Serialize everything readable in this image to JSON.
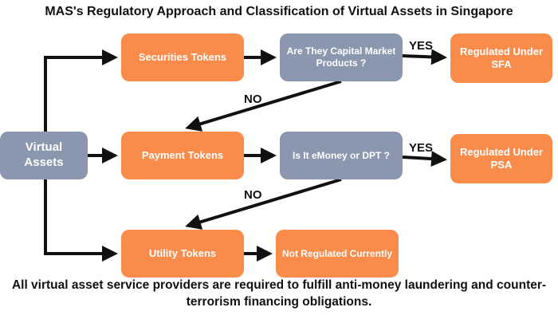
{
  "title": "MAS's Regulatory Approach and Classification of Virtual Assets in Singapore",
  "nodes": {
    "virtual_assets": "Virtual Assets",
    "securities_tokens": "Securities Tokens",
    "payment_tokens": "Payment Tokens",
    "utility_tokens": "Utility Tokens",
    "capital_market_question": "Are They Capital Market Products ?",
    "emoney_question": "Is It eMoney or DPT ?",
    "regulated_sfa": "Regulated Under SFA",
    "regulated_psa": "Regulated Under PSA",
    "not_regulated": "Not Regulated Currently"
  },
  "edge_labels": {
    "yes_top": "YES",
    "no_top": "NO",
    "yes_mid": "YES",
    "no_mid": "NO"
  },
  "footer": "All virtual asset service providers are required to fulfill anti-money laundering and counter-terrorism financing obligations.",
  "colors": {
    "token_box": "#f98c4a",
    "question_box": "#8b97ae",
    "arrow": "#111111"
  }
}
